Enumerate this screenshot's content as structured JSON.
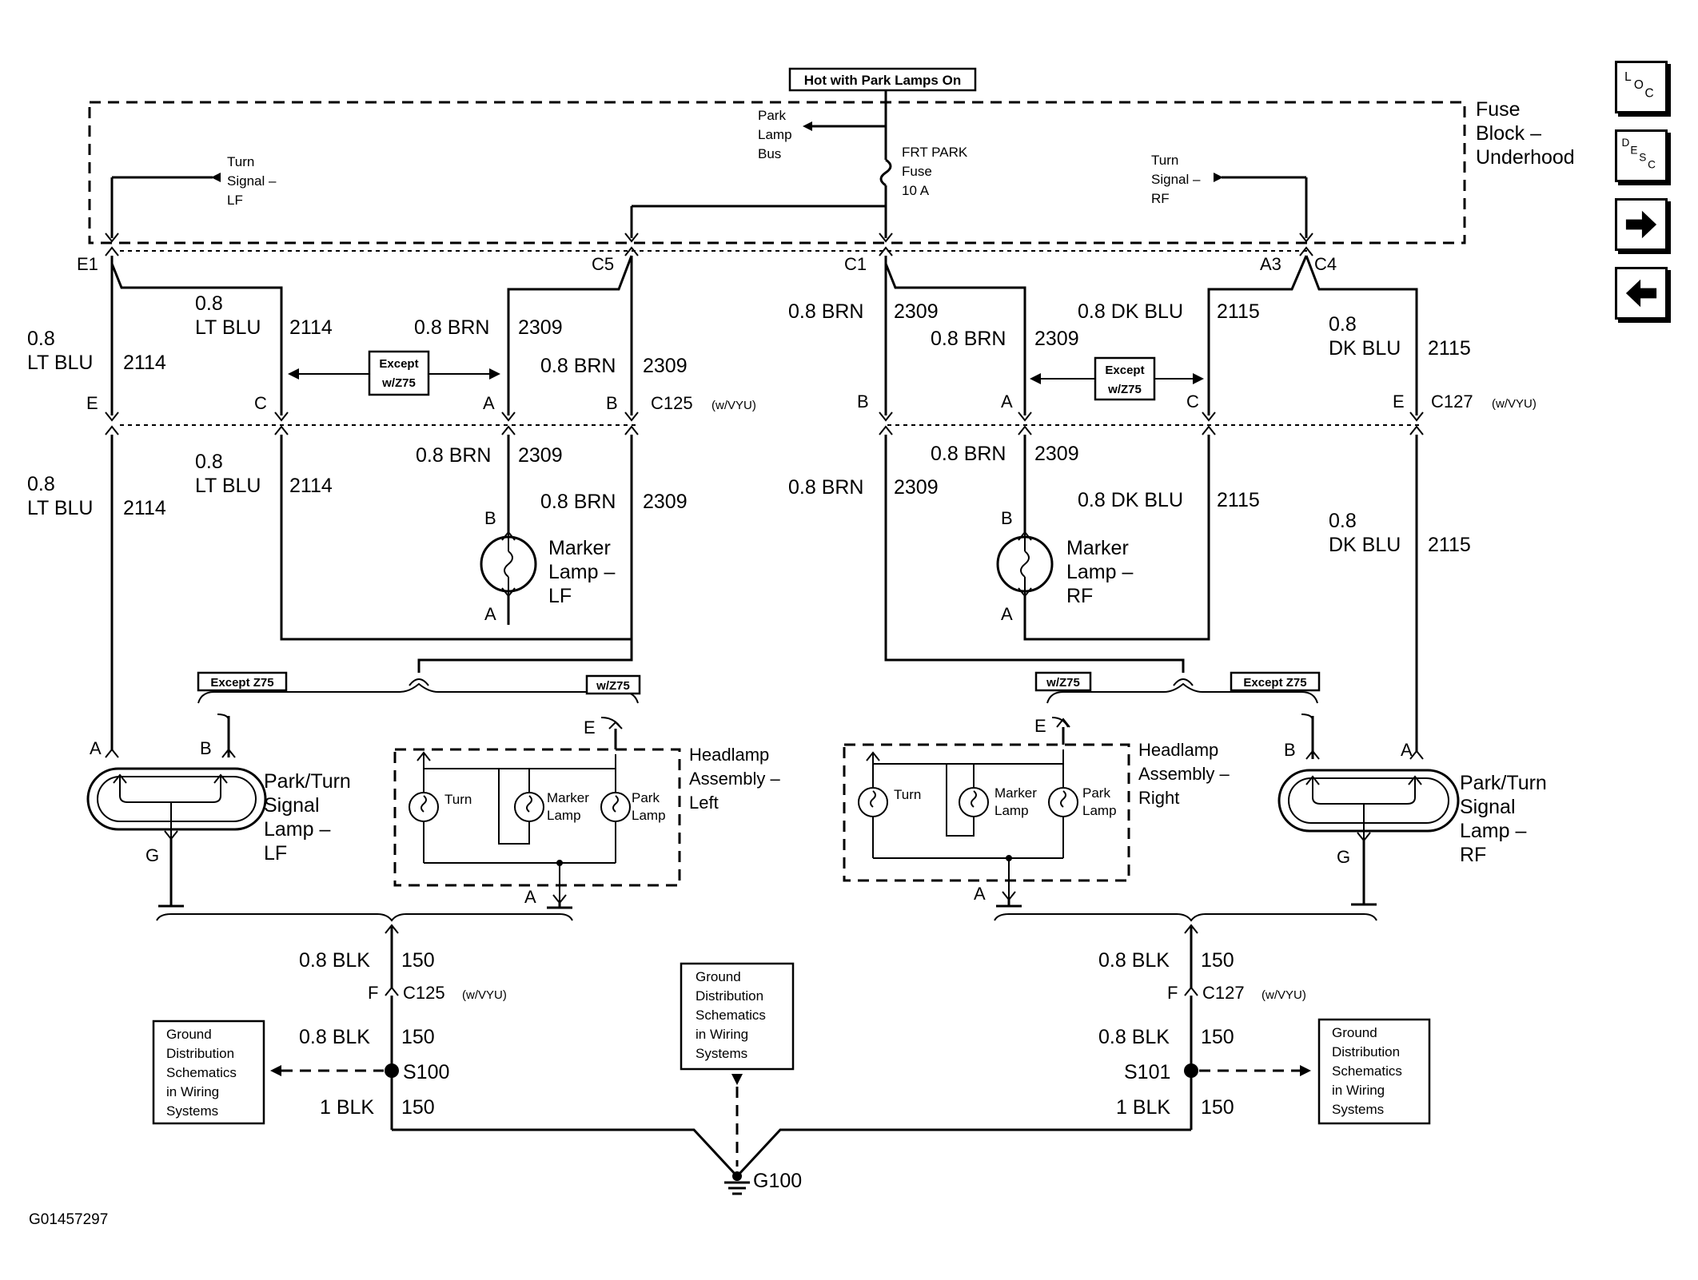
{
  "header": {
    "hot_label": "Hot with Park Lamps On"
  },
  "fuse_block": {
    "title": [
      "Fuse",
      "Block –",
      "Underhood"
    ],
    "park_bus": [
      "Park",
      "Lamp",
      "Bus"
    ],
    "fuse": [
      "FRT PARK",
      "Fuse",
      "10 A"
    ],
    "turn_lf": [
      "Turn",
      "Signal –",
      "LF"
    ],
    "turn_rf": [
      "Turn",
      "Signal –",
      "RF"
    ]
  },
  "pins": {
    "e1": "E1",
    "c5": "C5",
    "c1": "C1",
    "a3": "A3",
    "c4": "C4",
    "e": "E",
    "c": "C",
    "a": "A",
    "b": "B",
    "g": "G",
    "f": "F"
  },
  "wires": {
    "g08": "0.8",
    "lt_blu": "LT BLU",
    "lt_blu_08": "0.8 LT BLU",
    "c2114": "2114",
    "brn": "0.8 BRN",
    "c2309": "2309",
    "dk_blu": "DK BLU",
    "dk_blu_08": "0.8 DK BLU",
    "c2115": "2115",
    "blk": "0.8 BLK",
    "blk1": "1 BLK",
    "c150": "150"
  },
  "connectors": {
    "c125": "C125",
    "c127": "C127",
    "wvyu": "(w/VYU)"
  },
  "options": {
    "except_z75": "Except Z75",
    "except_wz75": [
      "Except",
      "w/Z75"
    ],
    "wz75": "w/Z75"
  },
  "components": {
    "marker_lf": [
      "Marker",
      "Lamp –",
      "LF"
    ],
    "marker_rf": [
      "Marker",
      "Lamp –",
      "RF"
    ],
    "park_turn_lf": [
      "Park/Turn",
      "Signal",
      "Lamp –",
      "LF"
    ],
    "park_turn_rf": [
      "Park/Turn",
      "Signal",
      "Lamp –",
      "RF"
    ],
    "headlamp_left": [
      "Headlamp",
      "Assembly –",
      "Left"
    ],
    "headlamp_right": [
      "Headlamp",
      "Assembly –",
      "Right"
    ],
    "inner_turn": "Turn",
    "inner_marker": [
      "Marker",
      "Lamp"
    ],
    "inner_park": [
      "Park",
      "Lamp"
    ]
  },
  "splices": {
    "s100": "S100",
    "s101": "S101"
  },
  "ground": {
    "g100": "G100",
    "ref": [
      "Ground",
      "Distribution",
      "Schematics",
      "in Wiring",
      "Systems"
    ]
  },
  "figure_id": "G01457297",
  "nav": {
    "loc": [
      "L",
      "O",
      "C"
    ],
    "desc": [
      "D",
      "E",
      "S",
      "C"
    ]
  },
  "icons": {
    "next": "arrow-right-icon",
    "prev": "arrow-left-icon"
  }
}
